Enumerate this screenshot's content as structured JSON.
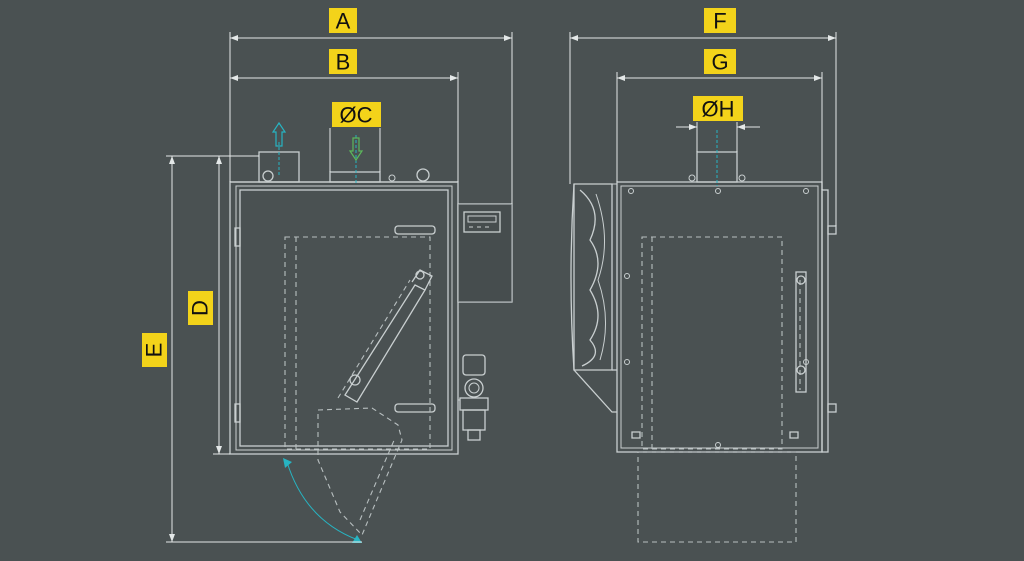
{
  "colors": {
    "background": "#4a5152",
    "line": "#c9cfd0",
    "label_fill": "#f3d31a",
    "arrow_cyan": "#27b4c2",
    "arrow_green": "#5cb85c"
  },
  "labels": {
    "A": "A",
    "B": "B",
    "C": "ØC",
    "D": "D",
    "E": "E",
    "F": "F",
    "G": "G",
    "H": "ØH"
  },
  "icons": {
    "outlet_arrow": "up-arrow-icon",
    "inlet_arrow": "down-arrow-icon",
    "door_swing": "curved-arrow-icon"
  }
}
